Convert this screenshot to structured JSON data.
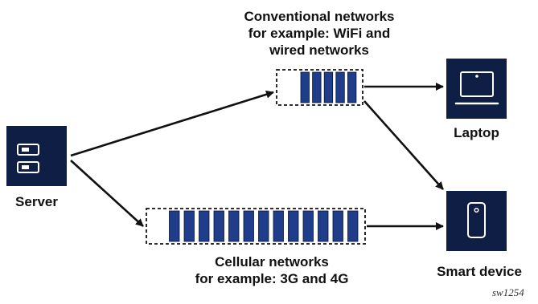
{
  "labels": {
    "conventional_line1": "Conventional networks",
    "conventional_line2": "for example: WiFi and",
    "conventional_line3": "wired networks",
    "cellular_line1": "Cellular networks",
    "cellular_line2": "for example: 3G and 4G",
    "server": "Server",
    "laptop": "Laptop",
    "smart_device": "Smart device",
    "figure_id": "sw1254"
  },
  "queues": {
    "conventional_buffer_slots": 5,
    "cellular_buffer_slots": 13
  },
  "colors": {
    "node_fill": "#0f1e45",
    "packet_fill": "#1f3d8a",
    "line": "#111111",
    "icon": "#ffffff"
  },
  "icons": [
    "server-icon",
    "laptop-icon",
    "smartphone-icon"
  ]
}
